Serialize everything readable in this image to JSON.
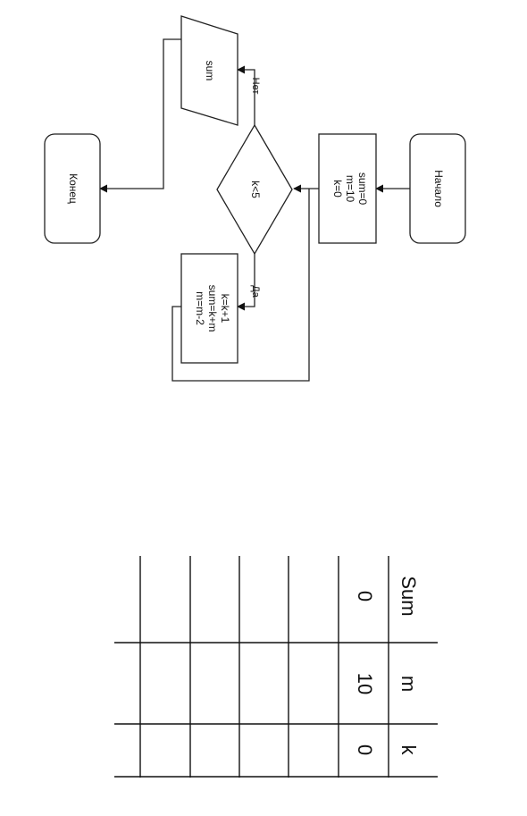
{
  "flowchart": {
    "start_label": "Начало",
    "end_label": "Конец",
    "init_lines": [
      "sum=0",
      "m=10",
      "k=0"
    ],
    "condition_label": "k<5",
    "yes_label": "Да",
    "no_label": "Нет",
    "loop_lines": [
      "k=k+1",
      "sum=k+m",
      "m=m-2"
    ],
    "output_label": "sum"
  },
  "trace_table": {
    "headers": [
      "Sum",
      "m",
      "k"
    ],
    "rows": [
      [
        "0",
        "10",
        "0"
      ],
      [
        "",
        "",
        ""
      ],
      [
        "",
        "",
        ""
      ],
      [
        "",
        "",
        ""
      ],
      [
        "",
        "",
        ""
      ]
    ]
  }
}
